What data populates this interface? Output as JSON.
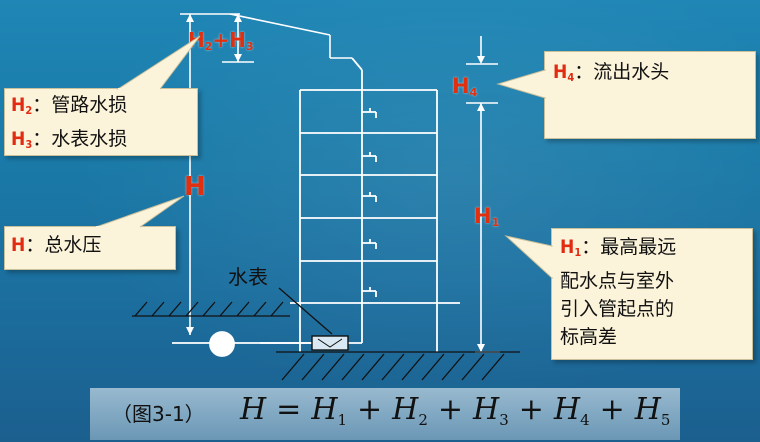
{
  "labels": {
    "h2h3": {
      "a": "H",
      "a_sub": "2",
      "plus": "+",
      "b": "H",
      "b_sub": "3"
    },
    "h": "H",
    "h4": {
      "main": "H",
      "sub": "4"
    },
    "h1": {
      "main": "H",
      "sub": "1"
    },
    "meter": "水表"
  },
  "bubbles": {
    "loss": {
      "line1": {
        "key": "H",
        "sub": "2",
        "text": "：管路水损"
      },
      "line2": {
        "key": "H",
        "sub": "3",
        "text": "：水表水损"
      }
    },
    "pressure": {
      "key": "H",
      "text": "：总水压"
    },
    "outflow": {
      "key": "H",
      "sub": "4",
      "text": "：流出水头"
    },
    "elevation": {
      "key": "H",
      "sub": "1",
      "text": "：最高最远",
      "line2": "配水点与室外",
      "line3": "引入管起点的",
      "line4": "标高差"
    }
  },
  "caption": {
    "figure": "（图3-1）",
    "formula": {
      "lhs": "H",
      "eq": "=",
      "terms": [
        {
          "var": "H",
          "sub": "1"
        },
        {
          "var": "H",
          "sub": "2"
        },
        {
          "var": "H",
          "sub": "3"
        },
        {
          "var": "H",
          "sub": "4"
        },
        {
          "var": "H",
          "sub": "5"
        }
      ],
      "plus": "+"
    }
  },
  "colors": {
    "background": "#1b78a8",
    "bubble": "#fbf3da",
    "label_red": "#e03010",
    "line_white": "#ffffff",
    "hatch": "#111111"
  }
}
